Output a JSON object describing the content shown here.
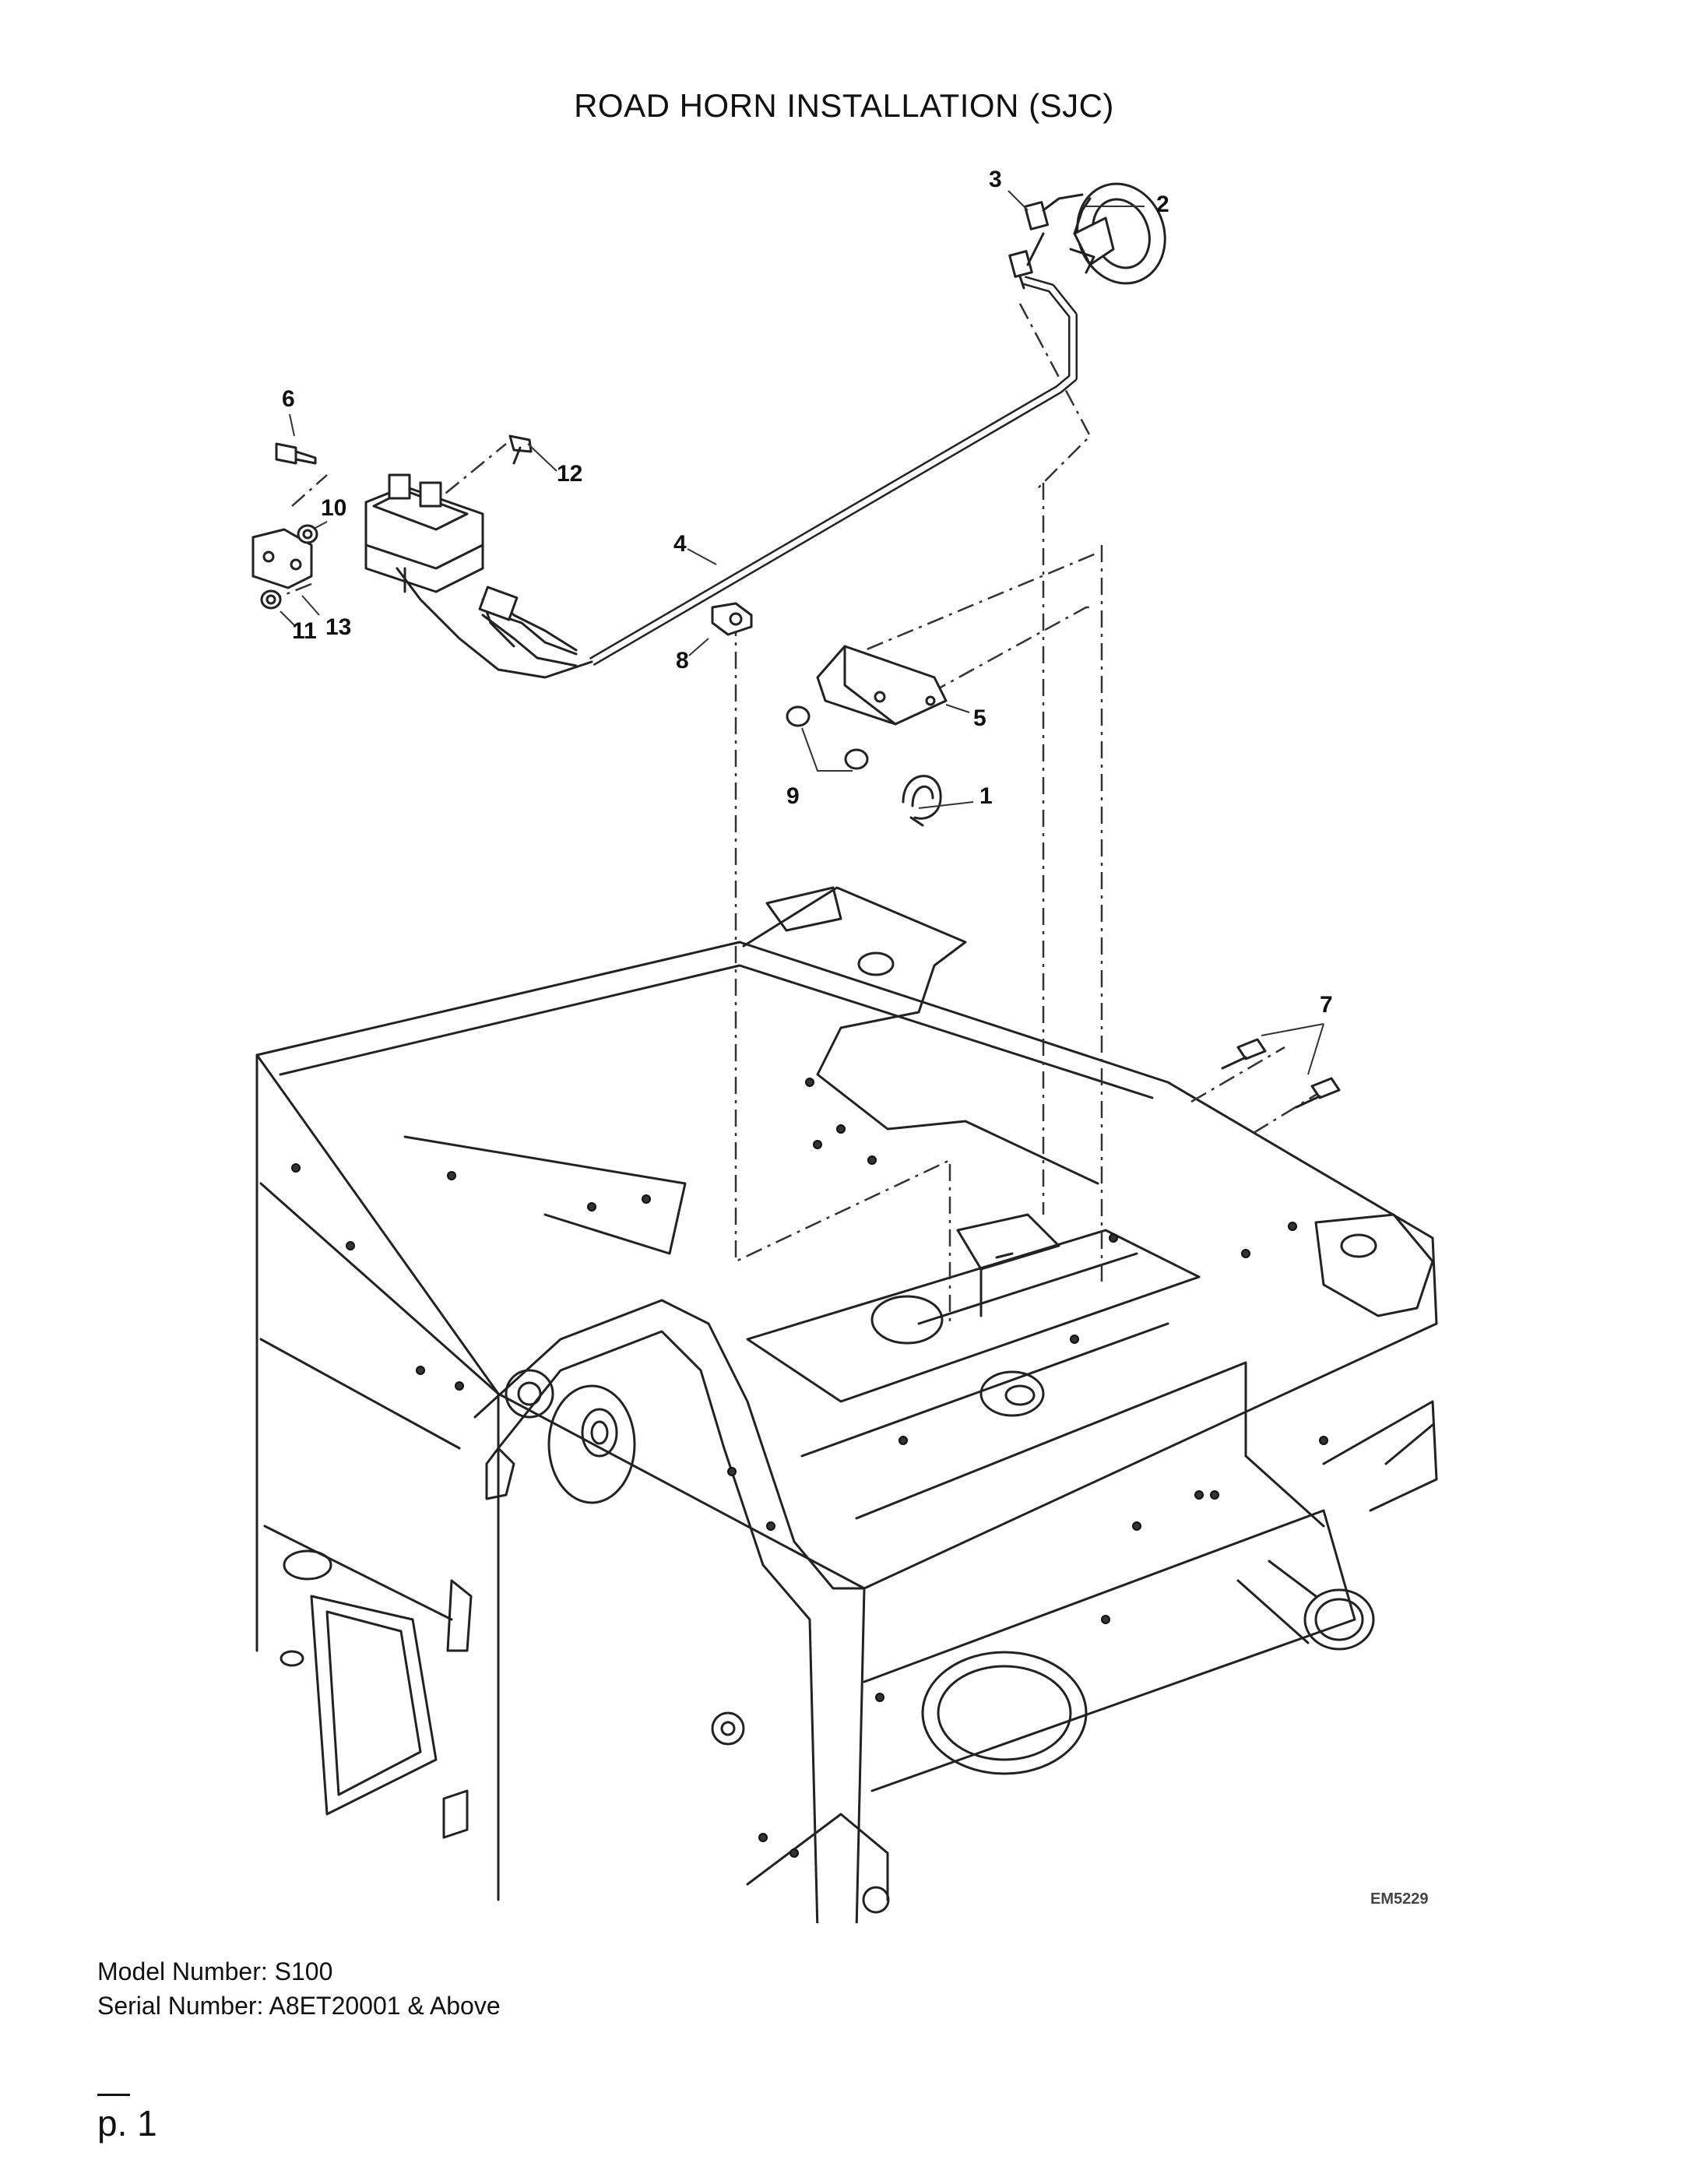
{
  "document": {
    "title": "ROAD HORN INSTALLATION (SJC)",
    "figure_code": "EM5229",
    "model_line": "Model Number: S100",
    "serial_line": "Serial Number: A8ET20001 & Above",
    "page_label": "p. 1"
  },
  "callouts": [
    "1",
    "2",
    "3",
    "4",
    "5",
    "6",
    "7",
    "8",
    "9",
    "10",
    "11",
    "12",
    "13"
  ]
}
